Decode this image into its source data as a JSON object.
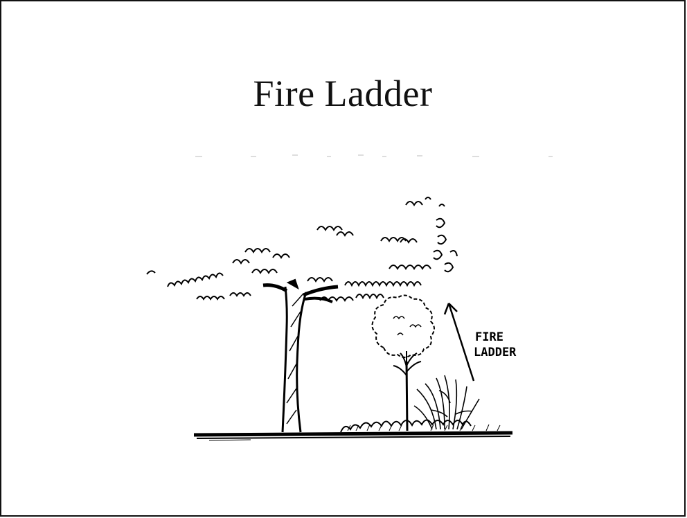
{
  "slide": {
    "title": "Fire Ladder"
  },
  "sketch": {
    "annotation_line1": "FIRE",
    "annotation_line2": "LADDER"
  }
}
